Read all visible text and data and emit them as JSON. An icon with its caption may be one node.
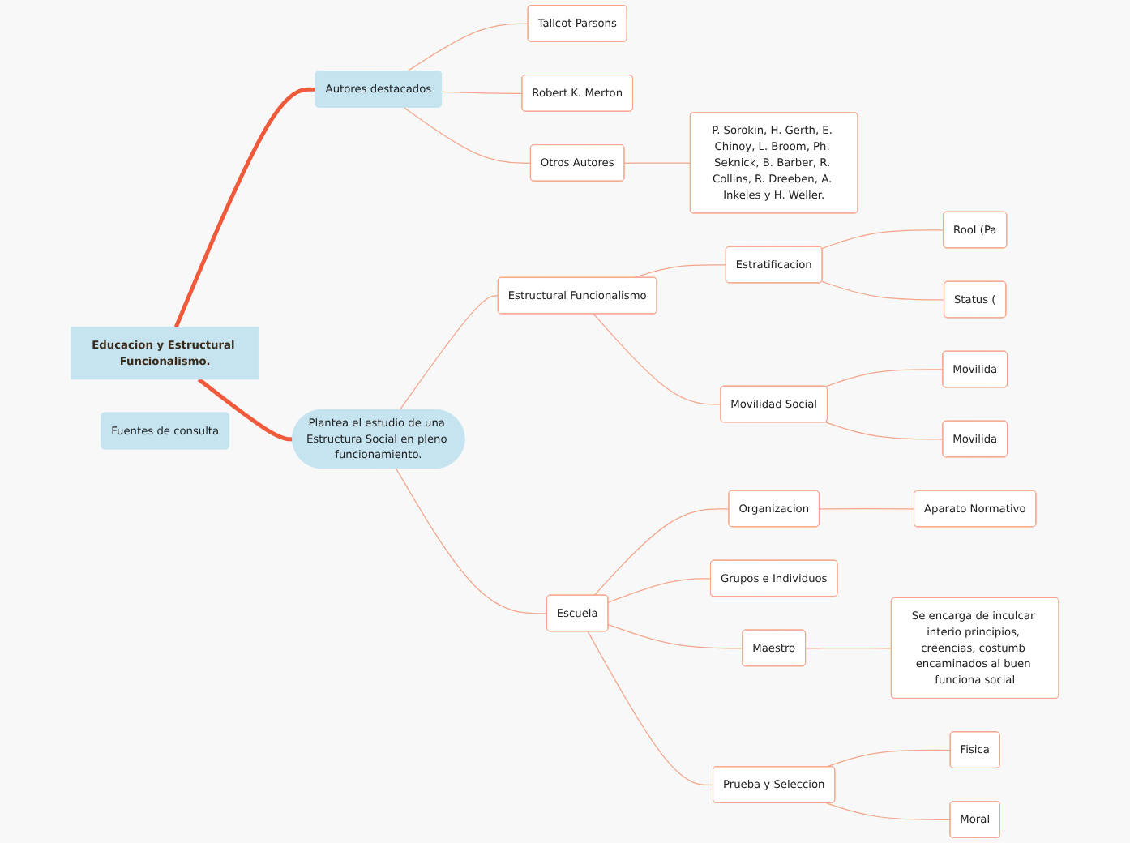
{
  "diagram": {
    "nodes": [
      {
        "text": [
          "Educacion y Estructural Funcionalismo."
        ]
      },
      {
        "text": [
          "Autores destacados"
        ]
      },
      {
        "text": [
          "Tallcot Parsons"
        ]
      },
      {
        "text": [
          "Robert K. Merton"
        ]
      },
      {
        "text": [
          "Otros Autores"
        ]
      },
      {
        "text": [
          "P. Sorokin, H. Gerth, E. Chinoy, L. Broom, Ph. Seknick, B. Barber, R. Collins, R. Dreeben, A. Inkeles y H. Weller."
        ]
      },
      {
        "text": [
          "Plantea el estudio de una Estructura Social en pleno funcionamiento."
        ]
      },
      {
        "text": [
          "Estructural Funcionalismo"
        ]
      },
      {
        "text": [
          "Estratificacion"
        ]
      },
      {
        "text": [
          "Rool (Pa"
        ]
      },
      {
        "text": [
          "Status ("
        ]
      },
      {
        "text": [
          "Movilidad Social"
        ]
      },
      {
        "text": [
          "Movilida"
        ]
      },
      {
        "text": [
          "Movilida"
        ]
      },
      {
        "text": [
          "Escuela"
        ]
      },
      {
        "text": [
          "Organizacion"
        ]
      },
      {
        "text": [
          "Aparato Normativo"
        ]
      },
      {
        "text": [
          "Grupos e Individuos"
        ]
      },
      {
        "text": [
          "Maestro"
        ]
      },
      {
        "text": [
          "Se encarga de inculcar interio principios, creencias, costumb encaminados al buen funciona social"
        ]
      },
      {
        "text": [
          "Prueba y Seleccion"
        ]
      },
      {
        "text": [
          "Fisica"
        ]
      },
      {
        "text": [
          "Moral"
        ]
      },
      {
        "text": [
          "Fuentes de consulta"
        ]
      }
    ],
    "edges": [
      {
        "from": 0,
        "to": 1,
        "arrow": "none",
        "style": "thick",
        "color": "#f05a3a"
      },
      {
        "from": 1,
        "to": 2,
        "arrow": "none"
      },
      {
        "from": 1,
        "to": 3,
        "arrow": "none"
      },
      {
        "from": 1,
        "to": 4,
        "arrow": "none"
      },
      {
        "from": 4,
        "to": 5,
        "arrow": "none"
      },
      {
        "from": 0,
        "to": 6,
        "arrow": "none",
        "style": "thick",
        "color": "#f05a3a"
      },
      {
        "from": 6,
        "to": 7,
        "arrow": "none"
      },
      {
        "from": 7,
        "to": 8,
        "arrow": "none"
      },
      {
        "from": 8,
        "to": 9,
        "arrow": "none"
      },
      {
        "from": 8,
        "to": 10,
        "arrow": "none"
      },
      {
        "from": 7,
        "to": 11,
        "arrow": "none"
      },
      {
        "from": 11,
        "to": 12,
        "arrow": "none"
      },
      {
        "from": 11,
        "to": 13,
        "arrow": "none"
      },
      {
        "from": 6,
        "to": 14,
        "arrow": "none"
      },
      {
        "from": 14,
        "to": 15,
        "arrow": "none"
      },
      {
        "from": 15,
        "to": 16,
        "arrow": "none"
      },
      {
        "from": 14,
        "to": 17,
        "arrow": "none"
      },
      {
        "from": 14,
        "to": 18,
        "arrow": "none"
      },
      {
        "from": 18,
        "to": 19,
        "arrow": "none"
      },
      {
        "from": 14,
        "to": 20,
        "arrow": "none"
      },
      {
        "from": 20,
        "to": 21,
        "arrow": "none"
      },
      {
        "from": 20,
        "to": 22,
        "arrow": "none"
      }
    ]
  }
}
